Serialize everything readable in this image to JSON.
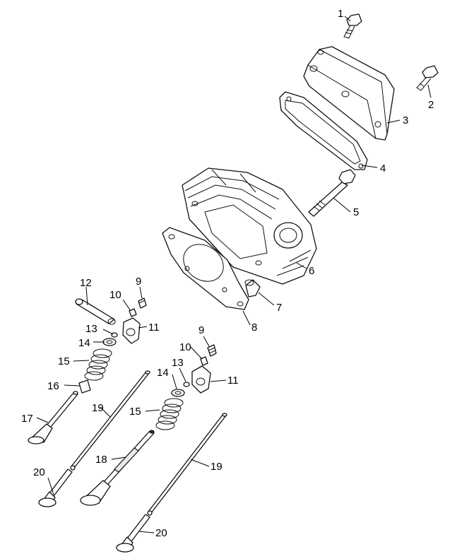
{
  "diagram": {
    "callouts": [
      "1",
      "2",
      "3",
      "4",
      "5",
      "6",
      "7",
      "8",
      "9",
      "10",
      "11",
      "12",
      "13",
      "14",
      "15",
      "16",
      "17",
      "18",
      "19",
      "20",
      "9",
      "10",
      "11",
      "13",
      "14",
      "15",
      "19",
      "20"
    ]
  }
}
